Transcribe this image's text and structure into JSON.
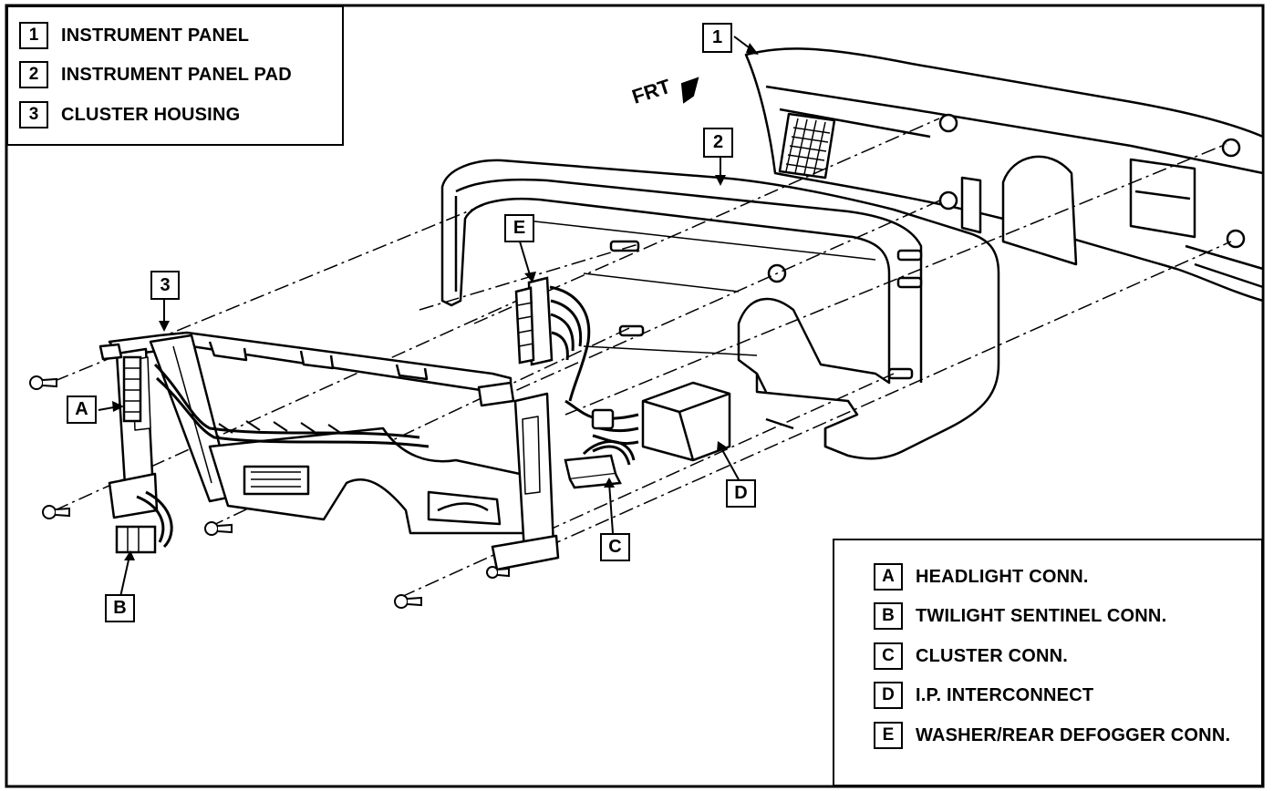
{
  "legend_parts": [
    {
      "key": "1",
      "label": "INSTRUMENT PANEL"
    },
    {
      "key": "2",
      "label": "INSTRUMENT PANEL PAD"
    },
    {
      "key": "3",
      "label": "CLUSTER HOUSING"
    }
  ],
  "legend_connectors": [
    {
      "key": "A",
      "label": "HEADLIGHT CONN."
    },
    {
      "key": "B",
      "label": "TWILIGHT SENTINEL CONN."
    },
    {
      "key": "C",
      "label": "CLUSTER CONN."
    },
    {
      "key": "D",
      "label": "I.P. INTERCONNECT"
    },
    {
      "key": "E",
      "label": "WASHER/REAR DEFOGGER CONN."
    }
  ],
  "callouts": {
    "one": "1",
    "two": "2",
    "three": "3",
    "a": "A",
    "b": "B",
    "c": "C",
    "d": "D",
    "e": "E"
  },
  "front_marker": "FRT"
}
